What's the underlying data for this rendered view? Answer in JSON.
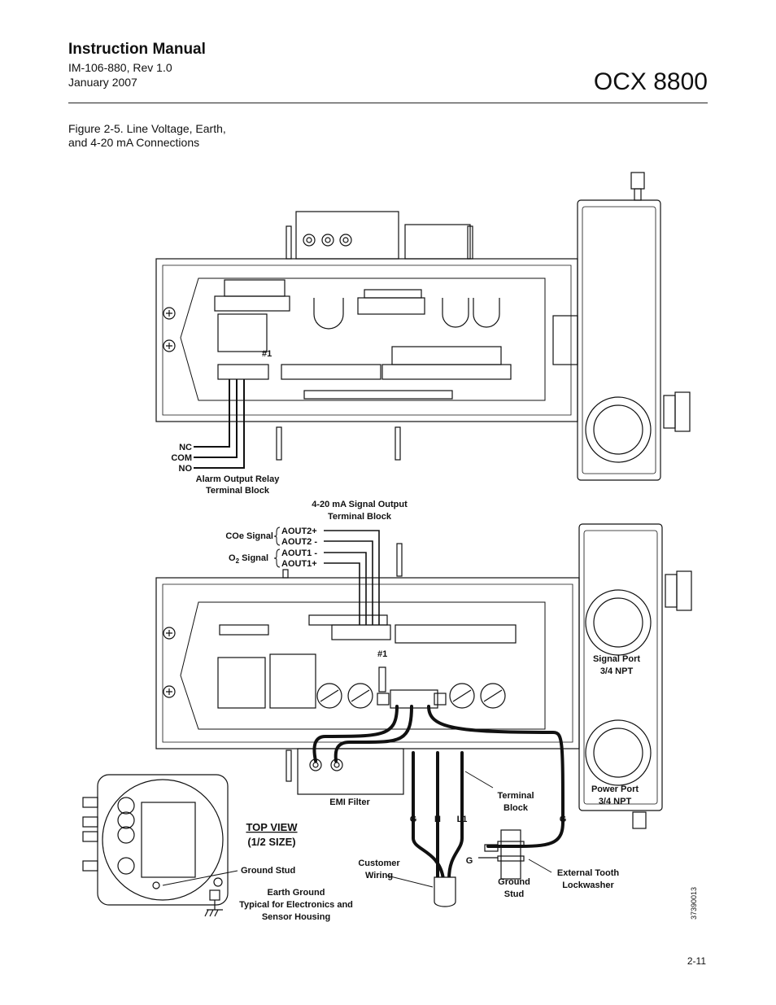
{
  "header": {
    "title": "Instruction Manual",
    "doc_number": "IM-106-880, Rev 1.0",
    "date": "January 2007",
    "product": "OCX 8800"
  },
  "figure": {
    "caption_line1": "Figure 2-5. Line Voltage, Earth,",
    "caption_line2": "and 4-20 mA Connections",
    "labels": {
      "nc": "NC",
      "com": "COM",
      "no": "NO",
      "alarm_l1": "Alarm Output Relay",
      "alarm_l2": "Terminal Block",
      "mA_l1": "4-20 mA Signal Output",
      "mA_l2": "Terminal Block",
      "coe_signal": "COe Signal",
      "o2_prefix": "O",
      "o2_sub": "2",
      "o2_suffix": " Signal",
      "aout2p": "AOUT2+",
      "aout2m": "AOUT2 -",
      "aout1m": "AOUT1 -",
      "aout1p": "AOUT1+",
      "hash1_top": "#1",
      "hash1_bottom": "#1",
      "signal_port_l1": "Signal Port",
      "signal_port_l2": "3/4 NPT",
      "power_port_l1": "Power Port",
      "power_port_l2": "3/4 NPT",
      "emi_filter": "EMI Filter",
      "terminal_block_l1": "Terminal",
      "terminal_block_l2": "Block",
      "g_left": "G",
      "n": "N",
      "l1": "L1",
      "g_right": "G",
      "g_stud": "G",
      "top_view_l1": "TOP  VIEW",
      "top_view_l2": "(1/2 SIZE)",
      "ground_stud": "Ground Stud",
      "customer_wiring_l1": "Customer",
      "customer_wiring_l2": "Wiring",
      "ground_stud2_l1": "Ground",
      "ground_stud2_l2": "Stud",
      "ext_tooth_l1": "External Tooth",
      "ext_tooth_l2": "Lockwasher",
      "earth_l1": "Earth Ground",
      "earth_l2": "Typical for Electronics and",
      "earth_l3": "Sensor Housing",
      "drawing_id": "37390013"
    }
  },
  "footer": {
    "page_number": "2-11"
  }
}
